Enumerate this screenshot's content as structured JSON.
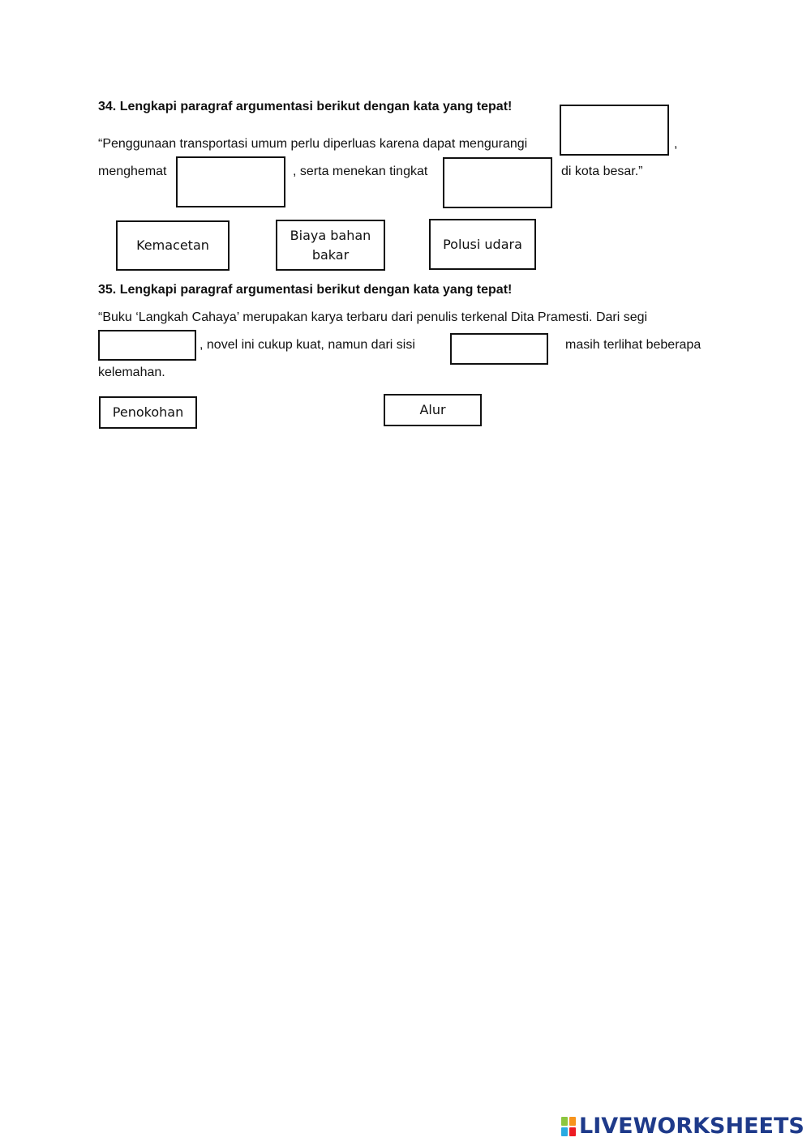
{
  "q34": {
    "title": "34. Lengkapi paragraf argumentasi berikut dengan kata yang tepat!",
    "line1": "“Penggunaan transportasi umum perlu diperluas karena dapat mengurangi",
    "comma": ",",
    "line2_start": "menghemat",
    "line2_mid": ", serta menekan tingkat",
    "line2_end": "di kota besar.”",
    "options": [
      "Kemacetan",
      "Biaya bahan bakar",
      "Polusi udara"
    ]
  },
  "q35": {
    "title": "35. Lengkapi paragraf argumentasi berikut dengan kata yang tepat!",
    "line1": "“Buku ‘Langkah Cahaya’ merupakan karya terbaru dari penulis terkenal Dita Pramesti. Dari segi",
    "line2_mid": ", novel ini cukup kuat, namun dari sisi",
    "line2_end": "masih terlihat beberapa",
    "line3": "kelemahan.",
    "options": [
      "Penokohan",
      "Alur"
    ]
  },
  "footer": {
    "logo_text": "LIVEWORKSHEETS",
    "logo_colors": [
      "#8cc63f",
      "#f7941d",
      "#29abe2",
      "#ed1c24"
    ]
  }
}
